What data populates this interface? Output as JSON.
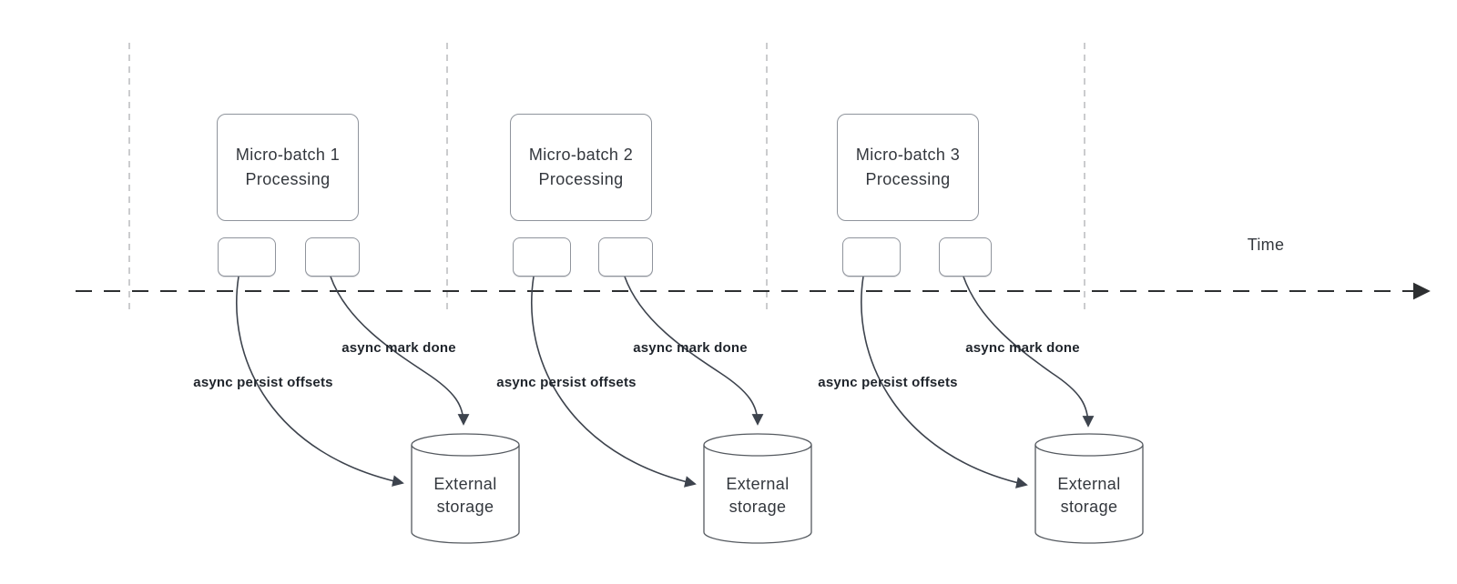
{
  "colors": {
    "box-border": "#8f949c",
    "cylinder-stroke": "#54595f",
    "curve": "#3d434d",
    "timeline": "#2d2f31",
    "guide": "#b5b7ba",
    "text": "#33373d",
    "label-text": "#1f242b"
  },
  "diagram": {
    "time_label": "Time",
    "groups": [
      {
        "title_line1": "Micro-batch 1",
        "title_line2": "Processing",
        "persist_label": "async persist offsets",
        "done_label": "async mark done",
        "storage_line1": "External",
        "storage_line2": "storage"
      },
      {
        "title_line1": "Micro-batch 2",
        "title_line2": "Processing",
        "persist_label": "async persist offsets",
        "done_label": "async mark done",
        "storage_line1": "External",
        "storage_line2": "storage"
      },
      {
        "title_line1": "Micro-batch 3",
        "title_line2": "Processing",
        "persist_label": "async persist offsets",
        "done_label": "async mark done",
        "storage_line1": "External",
        "storage_line2": "storage"
      }
    ]
  }
}
